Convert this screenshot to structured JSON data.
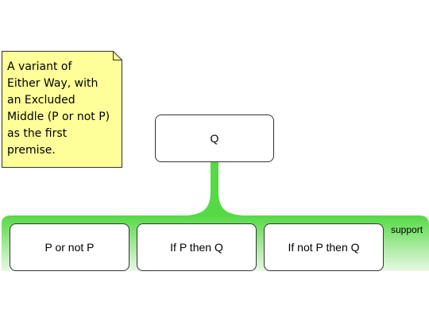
{
  "colors": {
    "note_fill": "#ffff99",
    "support_fill": "#66dd55",
    "box_border": "#333333"
  },
  "note": {
    "text": "A variant of\nEither Way, with\nan Excluded\nMiddle (P or not P)\nas the first\npremise."
  },
  "conclusion": {
    "label": "Q"
  },
  "support": {
    "label": "support",
    "premises": [
      {
        "label": "P or not P"
      },
      {
        "label": "If P then Q"
      },
      {
        "label": "If not P then Q"
      }
    ]
  }
}
